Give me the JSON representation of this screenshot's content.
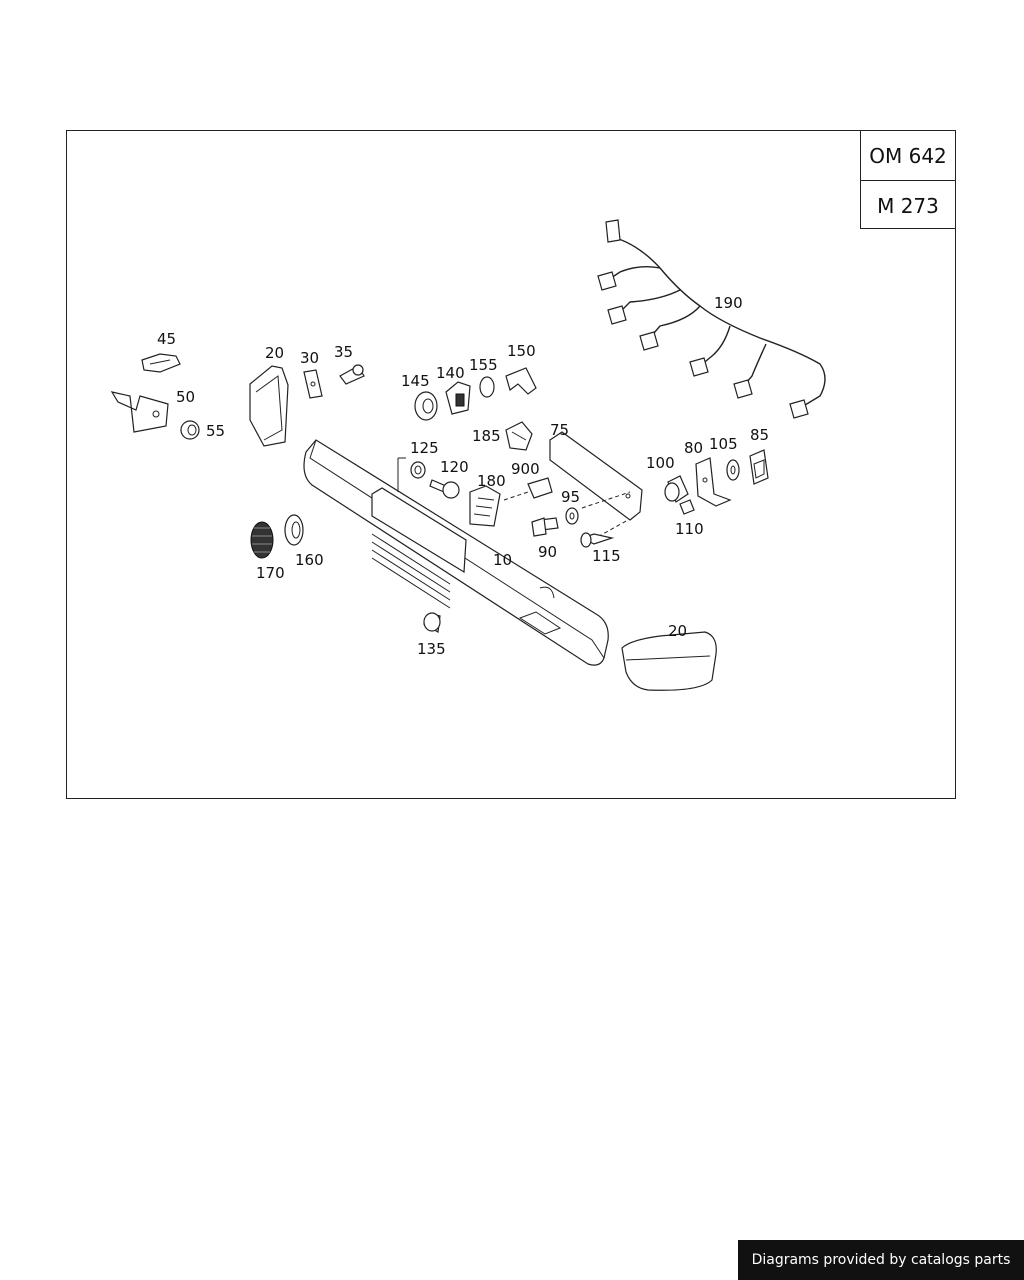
{
  "engine_codes": [
    "OM 642",
    "M 273"
  ],
  "callouts": {
    "c10": "10",
    "c20a": "20",
    "c20b": "20",
    "c30": "30",
    "c35": "35",
    "c45": "45",
    "c50": "50",
    "c55": "55",
    "c75": "75",
    "c80": "80",
    "c85": "85",
    "c90": "90",
    "c95": "95",
    "c100": "100",
    "c105": "105",
    "c110": "110",
    "c115": "115",
    "c120": "120",
    "c125": "125",
    "c135": "135",
    "c140": "140",
    "c145": "145",
    "c150": "150",
    "c155": "155",
    "c160": "160",
    "c170": "170",
    "c180": "180",
    "c185": "185",
    "c190": "190",
    "c900": "900"
  },
  "footer": {
    "text": "Diagrams provided by catalogs parts"
  }
}
